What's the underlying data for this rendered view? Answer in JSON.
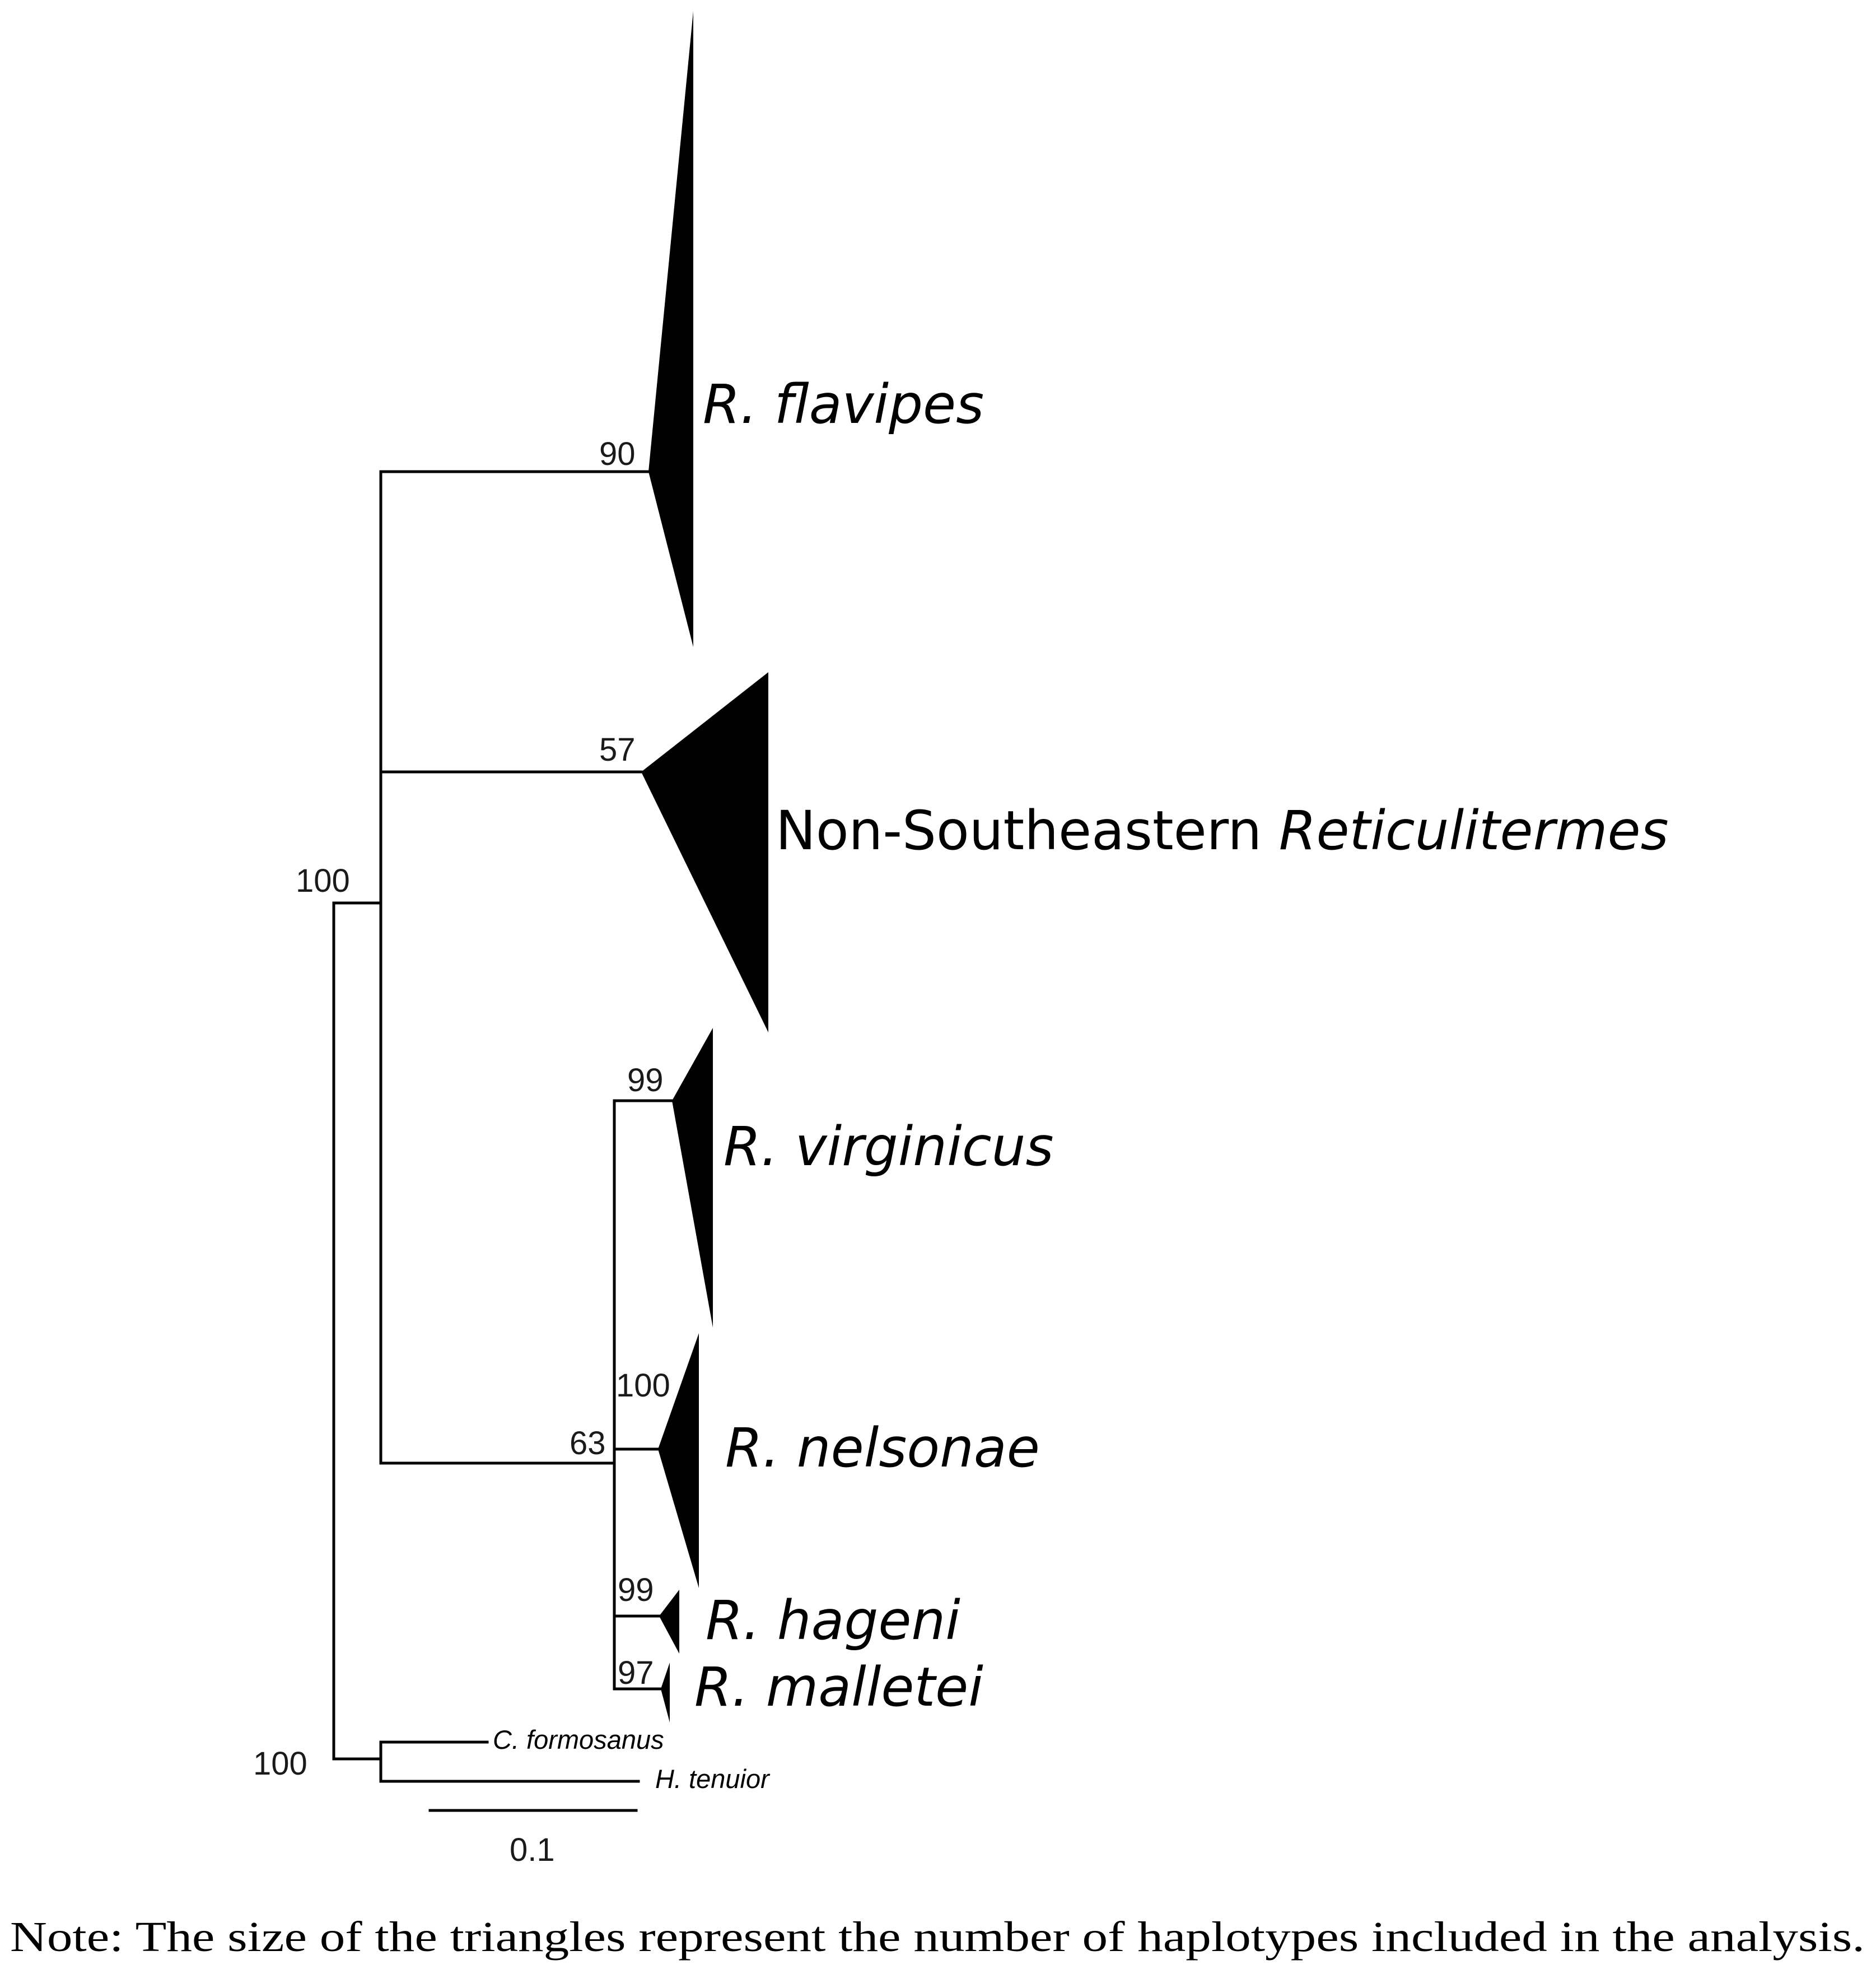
{
  "taxa": {
    "flavipes": "R. flavipes",
    "nonse_prefix": "Non-Southeastern ",
    "nonse_genus": "Reticulitermes",
    "virginicus": "R. virginicus",
    "nelsonae": "R. nelsonae",
    "hageni": "R. hageni",
    "malletei": "R. malletei",
    "formosanus": "C. formosanus",
    "tenuior": "H. tenuior"
  },
  "bootstrap": {
    "root": "100",
    "outgroup": "100",
    "flavipes": "90",
    "nonse": "57",
    "sub_clade": "63",
    "virginicus": "99",
    "nelsonae": "100",
    "hageni": "99",
    "malletei": "97"
  },
  "scale_bar": {
    "label": "0.1",
    "value": 0.1
  },
  "note": "Note: The size of the triangles represent the number of haplotypes included in the analysis."
}
